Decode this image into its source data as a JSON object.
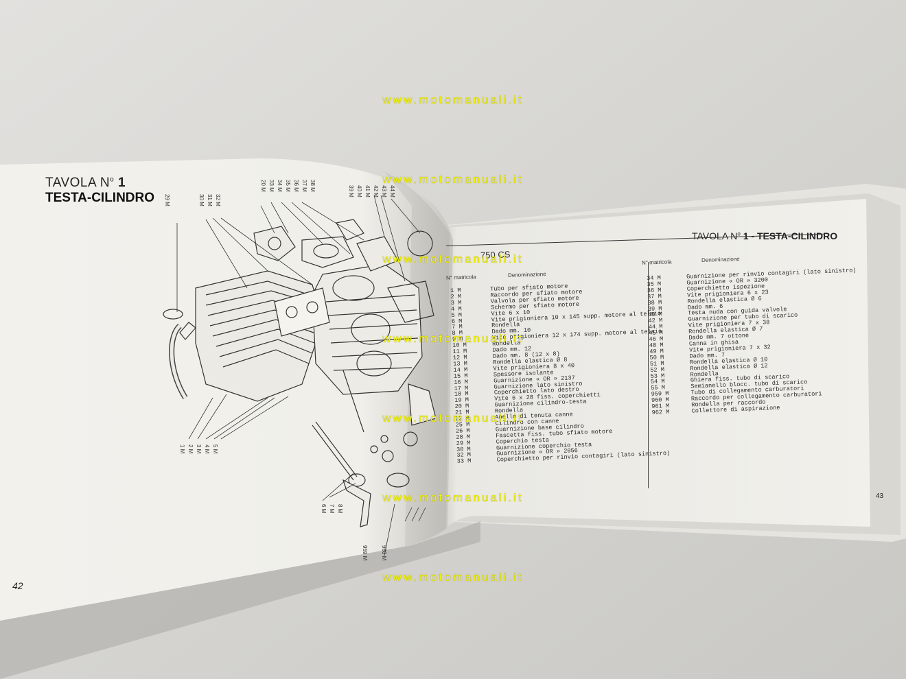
{
  "watermark": {
    "text": "www.motomanuali.it",
    "color": "#f3f300",
    "count": 7
  },
  "left_page": {
    "title_prefix": "TAVOLA N",
    "title_sup": "o",
    "title_number": "1",
    "subtitle": "TESTA-CILINDRO",
    "page_number": "42"
  },
  "right_page": {
    "title_prefix": "TAVOLA N",
    "title_sup": "o",
    "title_number": "1",
    "title_suffix": " - TESTA-CILINDRO",
    "model_fragment": "750 CS",
    "col_head_num": "N° matricola",
    "col_head_name": "Denominazione",
    "page_number": "43"
  },
  "parts_left": [
    {
      "num": "1 M",
      "name": "Tubo per sfiato motore"
    },
    {
      "num": "2 M",
      "name": "Raccordo per sfiato motore"
    },
    {
      "num": "3 M",
      "name": "Valvola per sfiato motore"
    },
    {
      "num": "4 M",
      "name": "Schermo per sfiato motore"
    },
    {
      "num": "5 M",
      "name": "Vite 6 x 10"
    },
    {
      "num": "6 M",
      "name": "Vite prigioniera 10 x 145 supp. motore al telaio"
    },
    {
      "num": "7 M",
      "name": "Rondella"
    },
    {
      "num": "8 M",
      "name": "Dado mm. 10"
    },
    {
      "num": "9 M",
      "name": "Vite prigioniera 12 x 174 supp. motore al telaio"
    },
    {
      "num": "10 M",
      "name": "Rondella"
    },
    {
      "num": "11 M",
      "name": "Dado mm. 12"
    },
    {
      "num": "12 M",
      "name": "Dado mm. 8 (12 x 8)"
    },
    {
      "num": "13 M",
      "name": "Rondella elastica Ø 8"
    },
    {
      "num": "14 M",
      "name": "Vite prigioniera 8 x 40"
    },
    {
      "num": "15 M",
      "name": "Spessore isolante"
    },
    {
      "num": "16 M",
      "name": "Guarnizione « OR » 2137"
    },
    {
      "num": "17 M",
      "name": "Guarnizione lato sinistro"
    },
    {
      "num": "18 M",
      "name": "Coperchietto lato destro"
    },
    {
      "num": "19 M",
      "name": "Vite 6 x 28 fiss. coperchietti"
    },
    {
      "num": "20 M",
      "name": "Guarnizione cilindro-testa"
    },
    {
      "num": "21 M",
      "name": "Rondella"
    },
    {
      "num": "22 M",
      "name": "Anello di tenuta canne"
    },
    {
      "num": "25 M",
      "name": "Cilindro con canne"
    },
    {
      "num": "26 M",
      "name": "Guarnizione base cilindro"
    },
    {
      "num": "28 M",
      "name": "Fascetta fiss. tubo sfiato motore"
    },
    {
      "num": "29 M",
      "name": "Coperchio testa"
    },
    {
      "num": "30 M",
      "name": "Guarnizione coperchio testa"
    },
    {
      "num": "32 M",
      "name": "Guarnizione « OR » 2056"
    },
    {
      "num": "33 M",
      "name": "Coperchietto per rinvio contagiri (lato sinistro)"
    }
  ],
  "parts_right": [
    {
      "num": "34 M",
      "name": "Guarnizione per rinvio contagiri (lato sinistro)"
    },
    {
      "num": "35 M",
      "name": "Guarnizione « OR » 3200"
    },
    {
      "num": "36 M",
      "name": "Coperchietto ispezione"
    },
    {
      "num": "37 M",
      "name": "Vite prigioniera 6 x 23"
    },
    {
      "num": "38 M",
      "name": "Rondella elastica Ø 6"
    },
    {
      "num": "39 M",
      "name": "Dado mm. 6"
    },
    {
      "num": "40 M",
      "name": "Testa nuda con guida valvole"
    },
    {
      "num": "42 M",
      "name": "Guarnizione per tubo di scarico"
    },
    {
      "num": "44 M",
      "name": "Vite prigioniera 7 x 38"
    },
    {
      "num": "45 M",
      "name": "Rondella elastica Ø 7"
    },
    {
      "num": "46 M",
      "name": "Dado mm. 7 ottone"
    },
    {
      "num": "48 M",
      "name": "Canna in ghisa"
    },
    {
      "num": "49 M",
      "name": "Vite prigioniera 7 x 32"
    },
    {
      "num": "50 M",
      "name": "Dado mm. 7"
    },
    {
      "num": "51 M",
      "name": "Rondella elastica Ø 10"
    },
    {
      "num": "52 M",
      "name": "Rondella elastica Ø 12"
    },
    {
      "num": "53 M",
      "name": "Rondella"
    },
    {
      "num": "54 M",
      "name": "Ghiera fiss. tubo di scarico"
    },
    {
      "num": "55 M",
      "name": "Semianello blocc. tubo di scarico"
    },
    {
      "num": "959 M",
      "name": "Tubo di collegamento carburatori"
    },
    {
      "num": "960 M",
      "name": "Raccordo per collegamento carburatori"
    },
    {
      "num": "961 M",
      "name": "Rondella per raccordo"
    },
    {
      "num": "962 M",
      "name": "Collettore di aspirazione"
    }
  ],
  "diagram_labels_top": [
    "29 M",
    "30 M",
    "31 M",
    "32 M",
    "20 M",
    "33 M",
    "34 M",
    "35 M",
    "36 M",
    "37 M",
    "38 M",
    "39 M",
    "40 M",
    "41 M",
    "42 M",
    "43 M",
    "44 M"
  ],
  "diagram_labels_bottom": [
    "1 M",
    "2 M",
    "3 M",
    "4 M",
    "5 M",
    "6 M",
    "7 M",
    "8 M",
    "959 M",
    "960 M"
  ]
}
